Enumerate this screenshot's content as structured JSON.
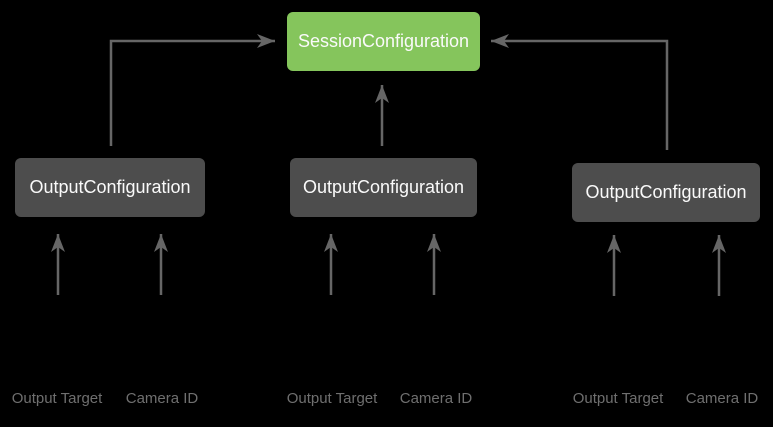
{
  "colors": {
    "background": "#000000",
    "session_box": "#85C55C",
    "output_box": "#4D4D4D",
    "box_text": "#FAFAFA",
    "arrow": "#666666",
    "label_text": "#6F6F6F"
  },
  "nodes": {
    "session": {
      "label": "SessionConfiguration"
    },
    "outputs": [
      {
        "label": "OutputConfiguration",
        "inputs": [
          "Output Target",
          "Camera ID"
        ]
      },
      {
        "label": "OutputConfiguration",
        "inputs": [
          "Output Target",
          "Camera ID"
        ]
      },
      {
        "label": "OutputConfiguration",
        "inputs": [
          "Output Target",
          "Camera ID"
        ]
      }
    ]
  }
}
